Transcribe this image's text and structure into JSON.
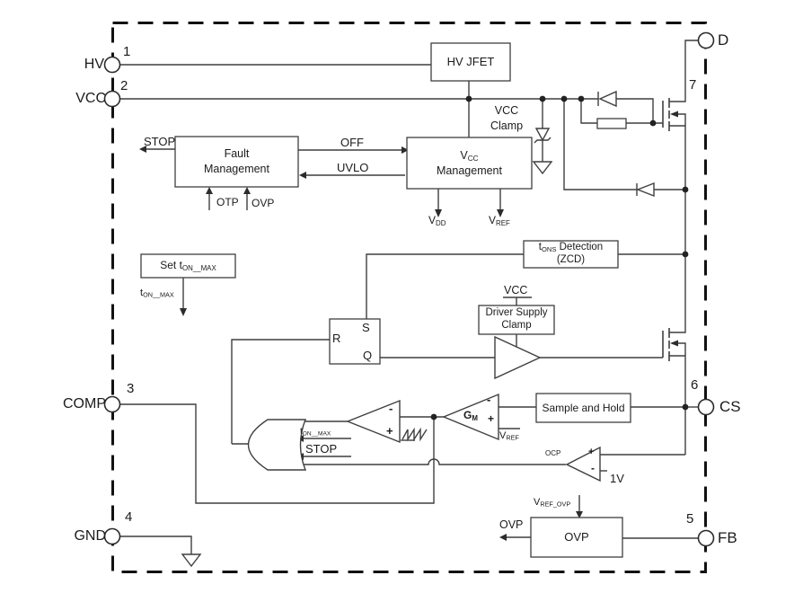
{
  "colors": {
    "background": "#ffffff",
    "line": "#3f3f3f",
    "border": "#111111",
    "text": "#1b1b1b"
  },
  "pins": {
    "hv": {
      "label": "HV",
      "number": "1"
    },
    "vcc": {
      "label": "VCC",
      "number": "2"
    },
    "comp": {
      "label": "COMP",
      "number": "3"
    },
    "gnd": {
      "label": "GND",
      "number": "4"
    },
    "fb": {
      "label": "FB",
      "number": "5"
    },
    "cs": {
      "label": "CS",
      "number": "6"
    },
    "d": {
      "label": "D",
      "number": "7"
    }
  },
  "blocks": {
    "hv_jfet": {
      "label": "HV JFET"
    },
    "fault_management": {
      "line1": "Fault",
      "line2": "Management"
    },
    "vcc_management": {
      "line1_main": "V",
      "line1_sub": "CC",
      "line2": "Management"
    },
    "vcc_clamp": {
      "line1": "VCC",
      "line2": "Clamp"
    },
    "set_ton_max": {
      "main": "Set t",
      "sub": "ON__MAX"
    },
    "tons_detection": {
      "line1_main": "t",
      "line1_sub": "ONS",
      "line1_rest": " Detection",
      "line2": "(ZCD)"
    },
    "driver_supply_clamp": {
      "line1": "Driver Supply",
      "line2": "Clamp"
    },
    "latch": {
      "s": "S",
      "r": "R",
      "q": "Q"
    },
    "sample_and_hold": {
      "label": "Sample and Hold"
    },
    "ovp": {
      "label": "OVP"
    }
  },
  "signals": {
    "stop_fault": "STOP",
    "off": "OFF",
    "uvlo": "UVLO",
    "otp": "OTP",
    "ovp_in": "OVP",
    "vdd_main": "V",
    "vdd_sub": "DD",
    "vref_main": "V",
    "vref_sub": "REF",
    "vcc_driver": "VCC",
    "ton_max_main": "t",
    "ton_max_sub": "ON__MAX",
    "ton_max_or_main": "t",
    "ton_max_or_sub": "ON__MAX",
    "stop_or": "STOP",
    "gm_main": "G",
    "gm_sub": "M",
    "gm_plus": "+",
    "gm_minus": "-",
    "gm_vref_main": "V",
    "gm_vref_sub": "REF",
    "cmp_minus": "-",
    "cmp_plus": "+",
    "ocp": "OCP",
    "ocp_plus": "+",
    "ocp_minus": "-",
    "ocp_ref": "1V",
    "vref_ovp_main": "V",
    "vref_ovp_sub": "REF_OVP",
    "ovp_out": "OVP"
  }
}
